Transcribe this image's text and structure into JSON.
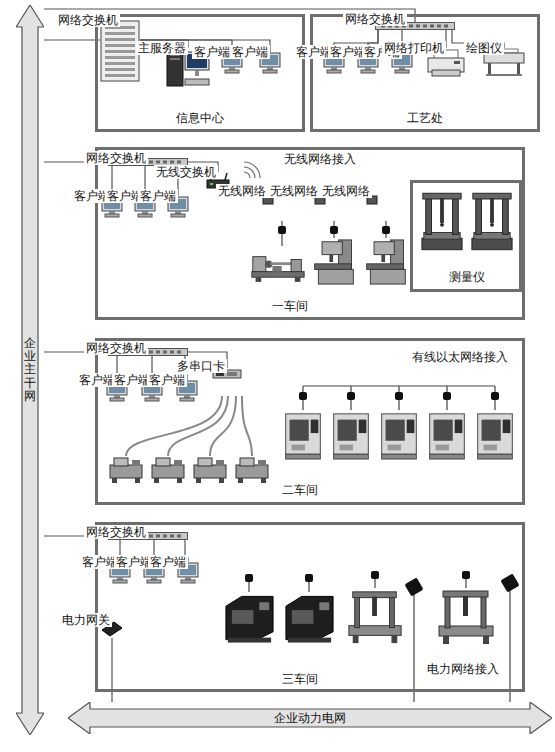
{
  "diagram": {
    "nodes": [
      {
        "text": [
          "企业主干网"
        ]
      },
      {
        "text": [
          "企业动力电网"
        ]
      },
      {
        "text": [
          "信息中心"
        ]
      },
      {
        "text": [
          "网络交换机"
        ],
        "in": 2
      },
      {
        "text": [
          "主服务器"
        ],
        "in": 2
      },
      {
        "text": [
          "客户端"
        ],
        "in": 2
      },
      {
        "text": [
          "客户端"
        ],
        "in": 2
      },
      {
        "text": [
          "工艺处"
        ]
      },
      {
        "text": [
          "网络交换机"
        ],
        "in": 7
      },
      {
        "text": [
          "客户端"
        ],
        "in": 7
      },
      {
        "text": [
          "客户端"
        ],
        "in": 7
      },
      {
        "text": [
          "客户端"
        ],
        "in": 7
      },
      {
        "text": [
          "网络打印机"
        ],
        "in": 7
      },
      {
        "text": [
          "绘图仪"
        ],
        "in": 7
      },
      {
        "text": [
          "一车间"
        ]
      },
      {
        "text": [
          "网络交换机"
        ],
        "in": 14
      },
      {
        "text": [
          "客户端"
        ],
        "in": 14
      },
      {
        "text": [
          "客户端"
        ],
        "in": 14
      },
      {
        "text": [
          "客户端"
        ],
        "in": 14
      },
      {
        "text": [
          "无线交换机"
        ],
        "in": 14
      },
      {
        "text": [
          "无线网络"
        ],
        "in": 14
      },
      {
        "text": [
          "无线网络"
        ],
        "in": 14
      },
      {
        "text": [
          "无线网络"
        ],
        "in": 14
      },
      {
        "text": [
          "测量仪"
        ],
        "in": 14
      },
      {
        "text": [
          "二车间"
        ]
      },
      {
        "text": [
          "网络交换机"
        ],
        "in": 24
      },
      {
        "text": [
          "客户端"
        ],
        "in": 24
      },
      {
        "text": [
          "客户端"
        ],
        "in": 24
      },
      {
        "text": [
          "客户端"
        ],
        "in": 24
      },
      {
        "text": [
          "多串口卡"
        ],
        "in": 24
      },
      {
        "text": [
          "三车间"
        ]
      },
      {
        "text": [
          "网络交换机"
        ],
        "in": 30
      },
      {
        "text": [
          "客户端"
        ],
        "in": 30
      },
      {
        "text": [
          "客户端"
        ],
        "in": 30
      },
      {
        "text": [
          "客户端"
        ],
        "in": 30
      },
      {
        "text": [
          "电力网关"
        ],
        "in": 30
      }
    ],
    "edges": [
      {
        "from": 0,
        "to": 3,
        "arrow": "none"
      },
      {
        "from": 0,
        "to": 8,
        "arrow": "none"
      },
      {
        "from": 0,
        "to": 15,
        "arrow": "none"
      },
      {
        "from": 0,
        "to": 25,
        "arrow": "none"
      },
      {
        "from": 0,
        "to": 31,
        "arrow": "none"
      },
      {
        "from": 3,
        "to": 4,
        "arrow": "none"
      },
      {
        "from": 3,
        "to": 5,
        "arrow": "none"
      },
      {
        "from": 3,
        "to": 6,
        "arrow": "none"
      },
      {
        "from": 8,
        "to": 9,
        "arrow": "none"
      },
      {
        "from": 8,
        "to": 10,
        "arrow": "none"
      },
      {
        "from": 8,
        "to": 11,
        "arrow": "none"
      },
      {
        "from": 8,
        "to": 12,
        "arrow": "none"
      },
      {
        "from": 8,
        "to": 13,
        "arrow": "none"
      },
      {
        "from": 15,
        "to": 16,
        "arrow": "none"
      },
      {
        "from": 15,
        "to": 17,
        "arrow": "none"
      },
      {
        "from": 15,
        "to": 18,
        "arrow": "none"
      },
      {
        "from": 15,
        "to": 19,
        "arrow": "none"
      },
      {
        "from": 25,
        "to": 26,
        "arrow": "none"
      },
      {
        "from": 25,
        "to": 27,
        "arrow": "none"
      },
      {
        "from": 25,
        "to": 28,
        "arrow": "none"
      },
      {
        "from": 25,
        "to": 29,
        "arrow": "none"
      },
      {
        "from": 31,
        "to": 32,
        "arrow": "none"
      },
      {
        "from": 31,
        "to": 33,
        "arrow": "none"
      },
      {
        "from": 31,
        "to": 34,
        "arrow": "none"
      },
      {
        "from": 35,
        "to": 1,
        "arrow": "none"
      }
    ],
    "labels": [
      "无线网络接入",
      "有线以太网络接入",
      "电力网络接入"
    ]
  }
}
